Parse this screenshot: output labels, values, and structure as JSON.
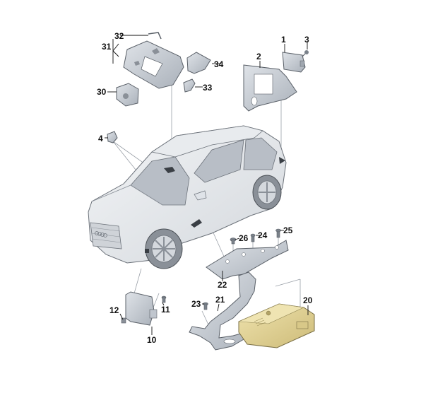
{
  "diagram": {
    "type": "exploded parts diagram",
    "subject": "SUV driver-assistance control units and brackets",
    "colors": {
      "background": "#ffffff",
      "part_fill": "#c9ced6",
      "part_stroke": "#5a6068",
      "highlight_part": "#e2d59a",
      "highlight_circle": "#fbe39a",
      "leader_line": "#8a9098",
      "label": "#111111"
    },
    "callouts": [
      {
        "id": "1",
        "label": "1"
      },
      {
        "id": "2",
        "label": "2"
      },
      {
        "id": "3",
        "label": "3"
      },
      {
        "id": "4",
        "label": "4"
      },
      {
        "id": "10",
        "label": "10"
      },
      {
        "id": "11",
        "label": "11"
      },
      {
        "id": "12",
        "label": "12"
      },
      {
        "id": "20",
        "label": "20",
        "highlighted": true
      },
      {
        "id": "21",
        "label": "21"
      },
      {
        "id": "22",
        "label": "22"
      },
      {
        "id": "23",
        "label": "23"
      },
      {
        "id": "24",
        "label": "24"
      },
      {
        "id": "25",
        "label": "25"
      },
      {
        "id": "26",
        "label": "26"
      },
      {
        "id": "30",
        "label": "30"
      },
      {
        "id": "31",
        "label": "31"
      },
      {
        "id": "32",
        "label": "32"
      },
      {
        "id": "33",
        "label": "33"
      },
      {
        "id": "34",
        "label": "34"
      }
    ]
  }
}
